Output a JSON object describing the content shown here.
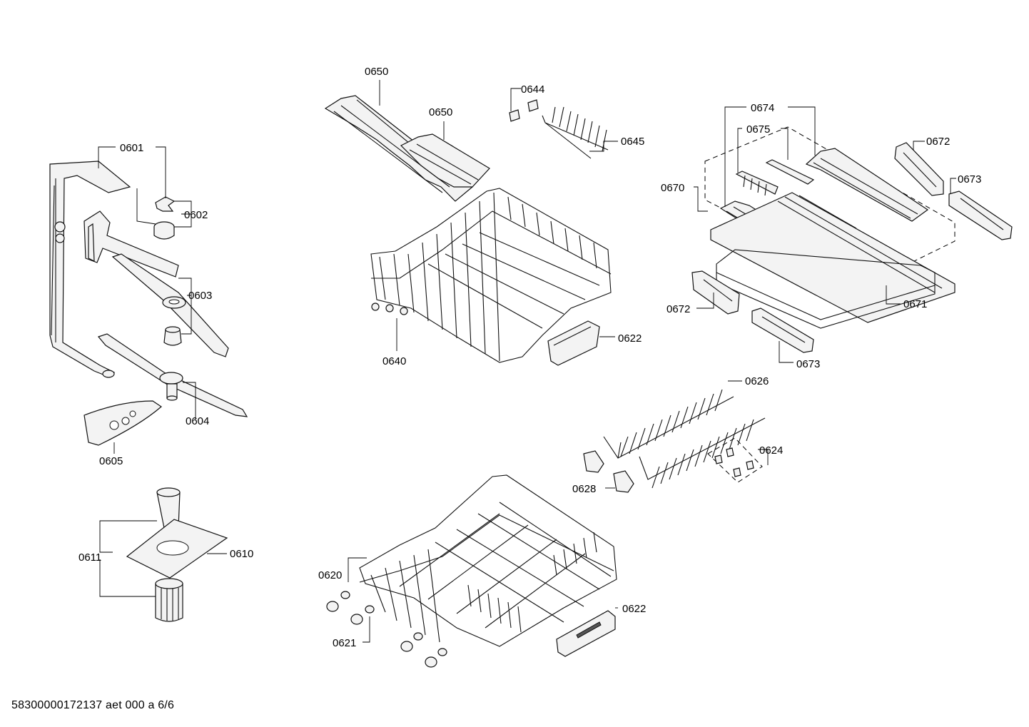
{
  "labels": {
    "p0601": "0601",
    "p0602": "0602",
    "p0603": "0603",
    "p0604": "0604",
    "p0605": "0605",
    "p0610": "0610",
    "p0611": "0611",
    "p0620": "0620",
    "p0621": "0621",
    "p0622_upper": "0622",
    "p0622_lower": "0622",
    "p0624": "0624",
    "p0626": "0626",
    "p0628": "0628",
    "p0640": "0640",
    "p0644": "0644",
    "p0645": "0645",
    "p0650_a": "0650",
    "p0650_b": "0650",
    "p0670": "0670",
    "p0671": "0671",
    "p0672_a": "0672",
    "p0672_b": "0672",
    "p0673_a": "0673",
    "p0673_b": "0673",
    "p0674": "0674",
    "p0675": "0675"
  },
  "footer": {
    "document_id": "58300000172137 aet 000 a 6/6"
  }
}
